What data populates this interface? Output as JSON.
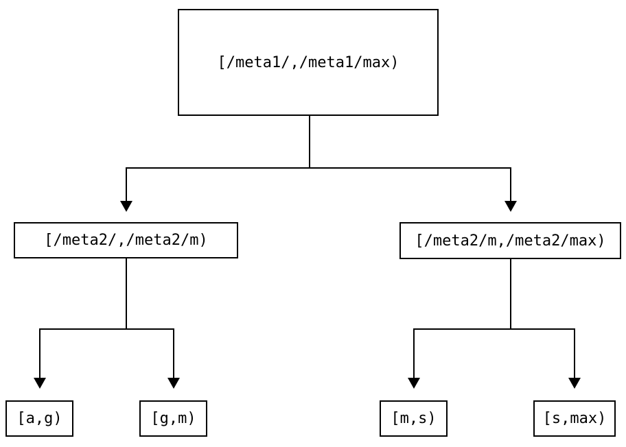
{
  "diagram": {
    "type": "binary-interval-tree",
    "background_color": "#ffffff",
    "line_color": "#000000",
    "nodes": {
      "root": {
        "label": "[/meta1/,/meta1/max)"
      },
      "left": {
        "label": "[/meta2/,/meta2/m)"
      },
      "right": {
        "label": "[/meta2/m,/meta2/max)"
      },
      "leaf_ag": {
        "label": "[a,g)"
      },
      "leaf_gm": {
        "label": "[g,m)"
      },
      "leaf_ms": {
        "label": "[m,s)"
      },
      "leaf_smax": {
        "label": "[s,max)"
      }
    },
    "edges": [
      {
        "from": "root",
        "to": "left"
      },
      {
        "from": "root",
        "to": "right"
      },
      {
        "from": "left",
        "to": "leaf_ag"
      },
      {
        "from": "left",
        "to": "leaf_gm"
      },
      {
        "from": "right",
        "to": "leaf_ms"
      },
      {
        "from": "right",
        "to": "leaf_smax"
      }
    ]
  }
}
